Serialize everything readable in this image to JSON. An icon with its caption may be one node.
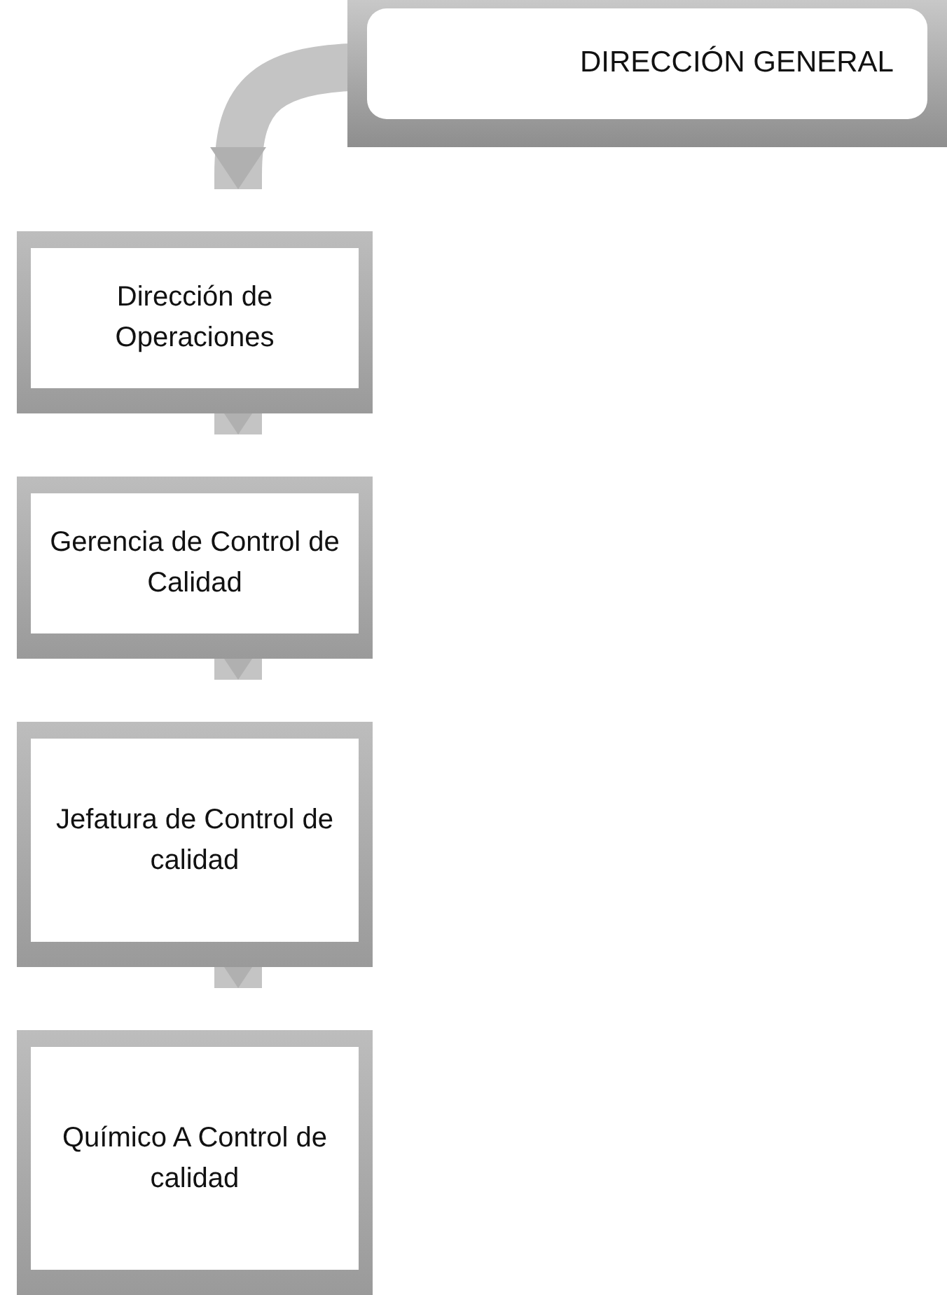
{
  "diagram": {
    "nodes": [
      {
        "text": [
          "DIRECCIÓN GENERAL"
        ]
      },
      {
        "text": [
          "Dirección de Operaciones"
        ]
      },
      {
        "text": [
          "Gerencia de Control de Calidad"
        ]
      },
      {
        "text": [
          "Jefatura de Control de calidad"
        ]
      },
      {
        "text": [
          "Químico A Control de calidad"
        ]
      }
    ],
    "edges": [
      {
        "from": 0,
        "to": 1,
        "arrow": "to"
      },
      {
        "from": 1,
        "to": 2,
        "arrow": "to"
      },
      {
        "from": 2,
        "to": 3,
        "arrow": "to"
      },
      {
        "from": 3,
        "to": 4,
        "arrow": "to"
      }
    ]
  }
}
